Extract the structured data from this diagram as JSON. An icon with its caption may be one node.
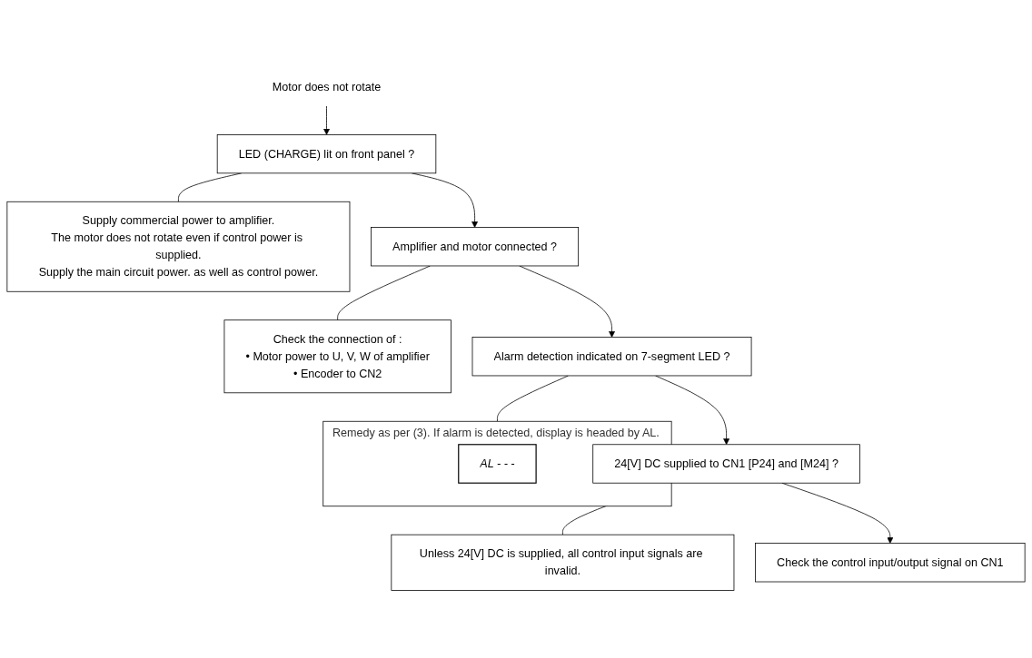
{
  "diagram": {
    "nodes": [
      {
        "text": [
          "Motor does not rotate"
        ]
      },
      {
        "text": [
          "LED (CHARGE) lit on front panel ?"
        ]
      },
      {
        "text": [
          "Supply commercial power to amplifier.",
          "The motor does not rotate even if control power is supplied.",
          "Supply the main circuit power. as well as control power."
        ]
      },
      {
        "text": [
          "Amplifier and motor connected ?"
        ]
      },
      {
        "text": [
          "Check the connection of :",
          "• Motor power to U, V, W of amplifier",
          "• Encoder to CN2"
        ]
      },
      {
        "text": [
          "Alarm detection indicated on 7-segment LED ?"
        ]
      },
      {
        "text": [
          "Remedy as per (3). If alarm is detected, display is headed by AL."
        ]
      },
      {
        "text": [
          "AL - - -"
        ],
        "in": 6
      },
      {
        "text": [
          "24[V] DC supplied to CN1 [P24] and [M24] ?"
        ]
      },
      {
        "text": [
          "Unless 24[V] DC is supplied, all control input signals are invalid."
        ]
      },
      {
        "text": [
          "Check the control input/output signal on CN1"
        ]
      }
    ],
    "edges": [
      {
        "from": 0,
        "to": 1,
        "arrow": "to"
      },
      {
        "from": 1,
        "to": 2,
        "arrow": "none"
      },
      {
        "from": 1,
        "to": 3,
        "arrow": "to"
      },
      {
        "from": 3,
        "to": 4,
        "arrow": "none"
      },
      {
        "from": 3,
        "to": 5,
        "arrow": "to"
      },
      {
        "from": 5,
        "to": 6,
        "arrow": "none"
      },
      {
        "from": 5,
        "to": 8,
        "arrow": "to"
      },
      {
        "from": 8,
        "to": 9,
        "arrow": "none"
      },
      {
        "from": 8,
        "to": 10,
        "arrow": "to"
      }
    ]
  }
}
